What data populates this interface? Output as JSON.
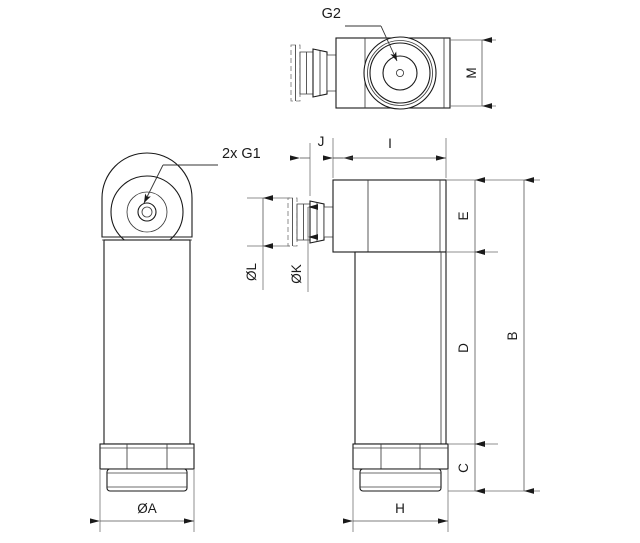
{
  "drawing": {
    "title": "Sensor housing dimensional drawing",
    "line_color": "#1a1a1a",
    "background": "#ffffff",
    "views": {
      "top_view": {
        "name": "top view",
        "callout": "G2",
        "dimension": "M"
      },
      "side_view": {
        "name": "side view",
        "callout": "2x G1",
        "dimension": "ØA"
      },
      "front_view": {
        "name": "front section view"
      }
    }
  },
  "labels": {
    "g2": "G2",
    "g1": "2x G1",
    "m": "M",
    "j": "J",
    "i": "I",
    "diam_l": "ØL",
    "diam_k": "ØK",
    "e": "E",
    "d": "D",
    "b": "B",
    "c": "C",
    "h": "H",
    "diam_a": "ØA"
  }
}
